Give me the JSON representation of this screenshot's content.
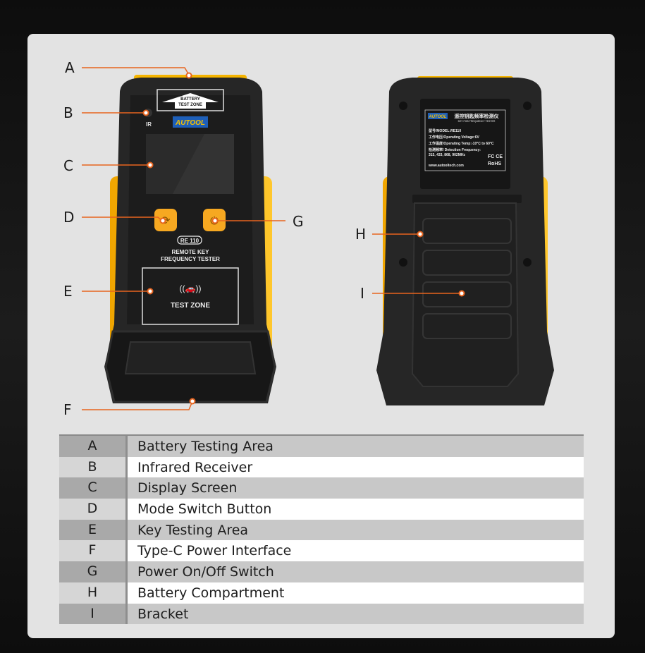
{
  "callouts": {
    "A": "A",
    "B": "B",
    "C": "C",
    "D": "D",
    "E": "E",
    "F": "F",
    "G": "G",
    "H": "H",
    "I": "I"
  },
  "front": {
    "battery_zone_line1": "BATTERY",
    "battery_zone_line2": "TEST ZONE",
    "ir_label": "IR",
    "brand": "AUTOOL",
    "model_badge": "RE 110",
    "product_line1": "REMOTE KEY",
    "product_line2": "FREQUENCY TESTER",
    "test_zone": "TEST ZONE"
  },
  "back_label": {
    "brand": "AUTOOL",
    "title_cn": "遥控钥匙频率检测仪",
    "title_en": "KEY FOB FREQUENCY TESTER",
    "model": "型号/MODEL:RE110",
    "voltage": "工作电压/Operating Voltage:6V",
    "temp": "工作温度/Operating Temp:-10°C to 60°C",
    "freq_label": "检测频率/ Detection Frequency:",
    "freq_values": "315, 433, 868, 902MHz",
    "website": "www.autooltech.com",
    "cert": "FC CE",
    "rohs": "RoHS"
  },
  "colors": {
    "accent": "#f5a623",
    "line": "#e8641e",
    "body": "#1f1f1f"
  },
  "legend": [
    {
      "key": "A",
      "label": "Battery Testing Area"
    },
    {
      "key": "B",
      "label": "Infrared Receiver"
    },
    {
      "key": "C",
      "label": "Display Screen"
    },
    {
      "key": "D",
      "label": "Mode Switch Button"
    },
    {
      "key": "E",
      "label": "Key Testing Area"
    },
    {
      "key": "F",
      "label": "Type-C Power Interface"
    },
    {
      "key": "G",
      "label": "Power On/Off Switch"
    },
    {
      "key": "H",
      "label": "Battery Compartment"
    },
    {
      "key": "I",
      "label": "Bracket"
    }
  ]
}
